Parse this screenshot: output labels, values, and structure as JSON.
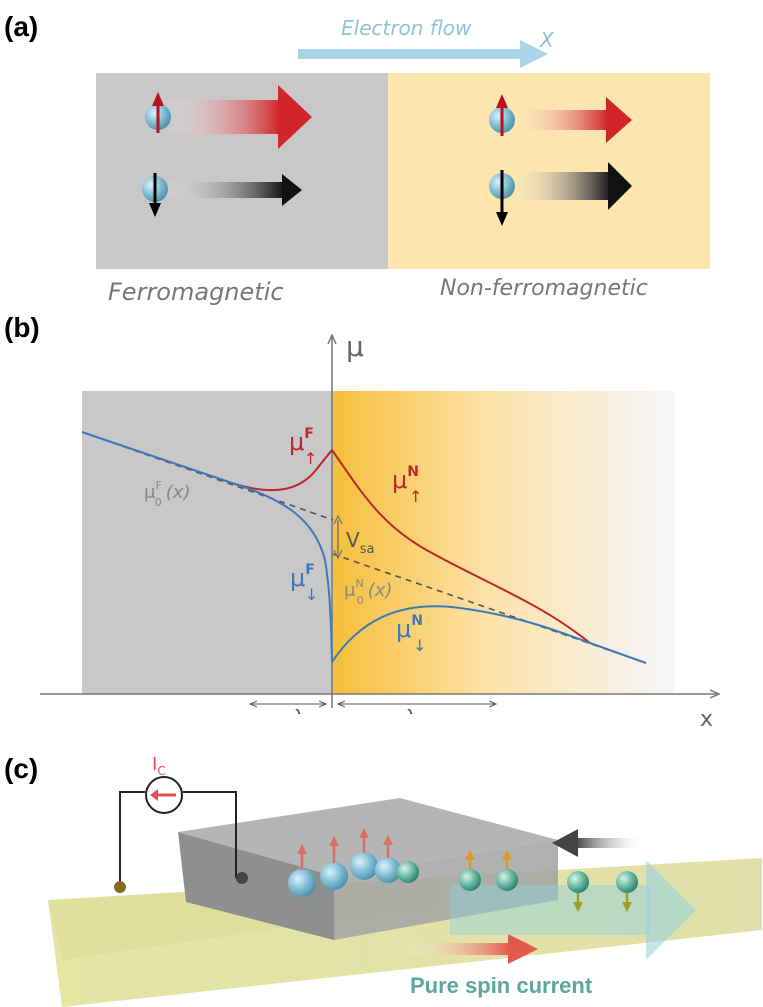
{
  "panels": {
    "a": {
      "label": "(a)",
      "flow_label": "Electron flow",
      "axis_label": "X",
      "left_region": "Ferromagnetic",
      "right_region": "Non-ferromagnetic"
    },
    "b": {
      "label": "(b)",
      "y_axis": "μ",
      "x_axis": "x",
      "curve_labels": {
        "mu_up_F": {
          "base": "μ",
          "sup": "F",
          "sub": "↑"
        },
        "mu_down_F": {
          "base": "μ",
          "sup": "F",
          "sub": "↓"
        },
        "mu_up_N": {
          "base": "μ",
          "sup": "N",
          "sub": "↑"
        },
        "mu_down_N": {
          "base": "μ",
          "sup": "N",
          "sub": "↓"
        },
        "mu0_F": {
          "base": "μ",
          "sup": "F",
          "sub": "0",
          "arg": "(x)"
        },
        "mu0_N": {
          "base": "μ",
          "sup": "N",
          "sub": "0",
          "arg": "(x)"
        },
        "v_sa": {
          "base": "V",
          "sub": "sa"
        }
      },
      "length_labels": [
        "λ",
        "λ"
      ]
    },
    "c": {
      "label": "(c)",
      "current_source": {
        "base": "I",
        "sub": "C"
      },
      "caption": "Pure spin current"
    }
  },
  "colors": {
    "ferro_gray": "#c8c8c8",
    "nonferro_yellow": "#fde6ad",
    "spin_up_red": "#c0252a",
    "spin_down_blue": "#3d78b8",
    "flow_arrow": "#a9d3e6",
    "electron": "#7ab8cf",
    "source_red": "#e8504f",
    "caption_teal": "#5aa8a0"
  }
}
